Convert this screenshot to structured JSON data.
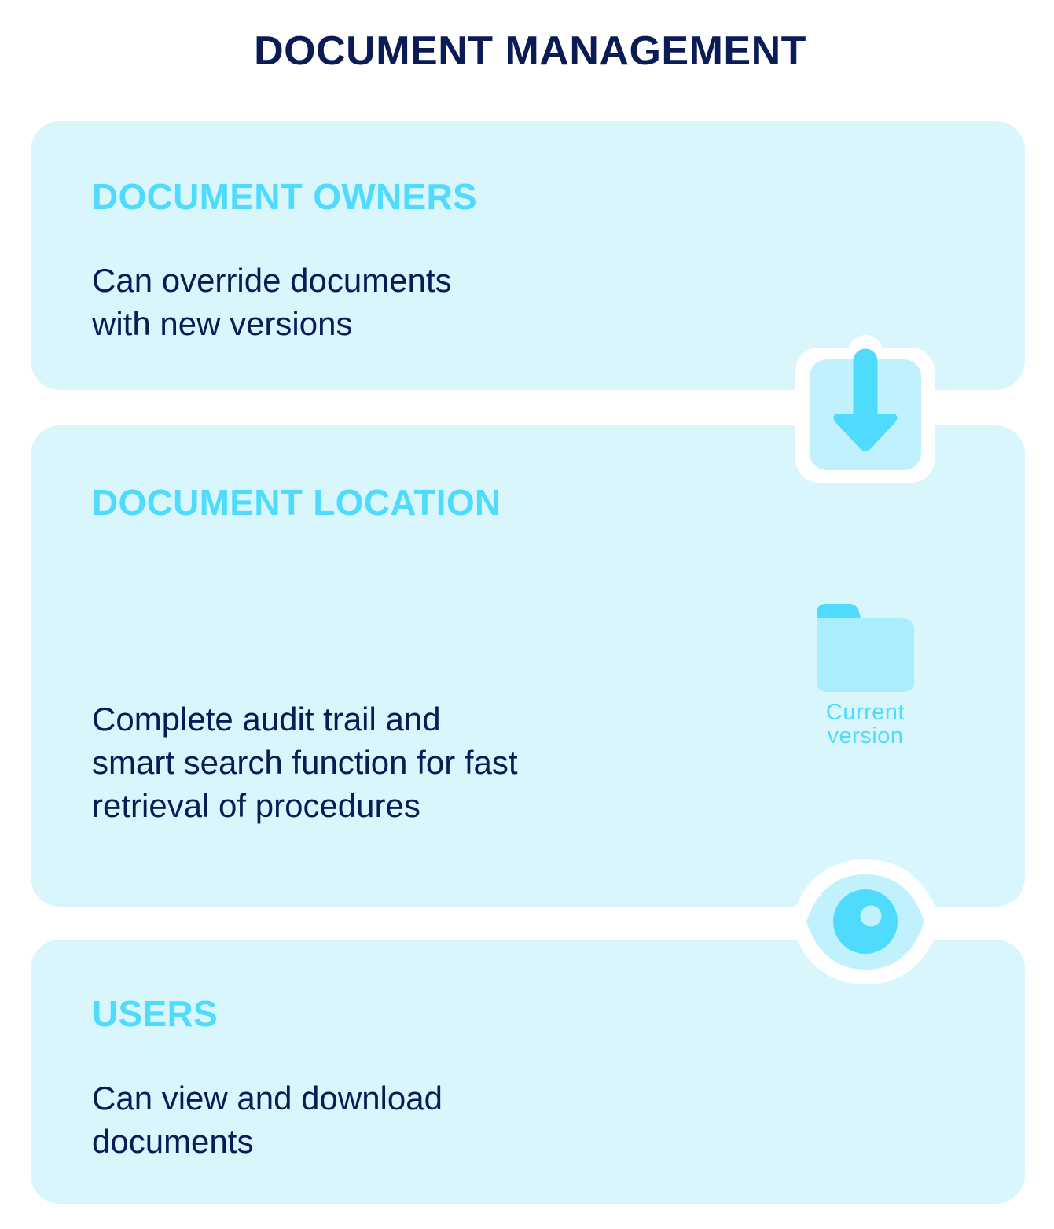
{
  "title": "DOCUMENT MANAGEMENT",
  "panels": [
    {
      "heading": "DOCUMENT OWNERS",
      "text": "Can override documents\nwith new versions",
      "icon": "download-arrow-icon"
    },
    {
      "heading": "DOCUMENT LOCATION",
      "text": "Complete audit trail and\nsmart search function for fast\nretrieval of procedures",
      "icon": "folder-icon",
      "icon_caption": "Current\nversion"
    },
    {
      "heading": "USERS",
      "text": "Can view and download\ndocuments",
      "icon": "eye-icon"
    }
  ],
  "colors": {
    "title": "#0b1b56",
    "heading_accent": "#4fdbfe",
    "body_text": "#0b1b56",
    "panel_bg": "#d9f6fd",
    "icon_light": "#c0f1fd",
    "folder_body": "#aaedfd",
    "background": "#ffffff"
  }
}
